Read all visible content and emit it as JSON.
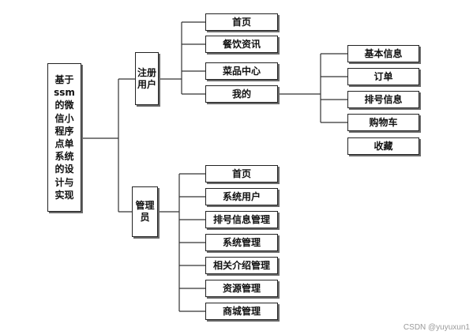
{
  "root": {
    "label": "基于ssm的微信小程序点单系统的设计与实现"
  },
  "user": {
    "label": "注册用户",
    "items": [
      "首页",
      "餐饮资讯",
      "菜品中心",
      "我的"
    ],
    "mine_items": [
      "基本信息",
      "订单",
      "排号信息",
      "购物车",
      "收藏"
    ]
  },
  "admin": {
    "label": "管理员",
    "items": [
      "首页",
      "系统用户",
      "排号信息管理",
      "系统管理",
      "相关介绍管理",
      "资源管理",
      "商城管理"
    ]
  },
  "watermark": "CSDN @yuyuxun1"
}
